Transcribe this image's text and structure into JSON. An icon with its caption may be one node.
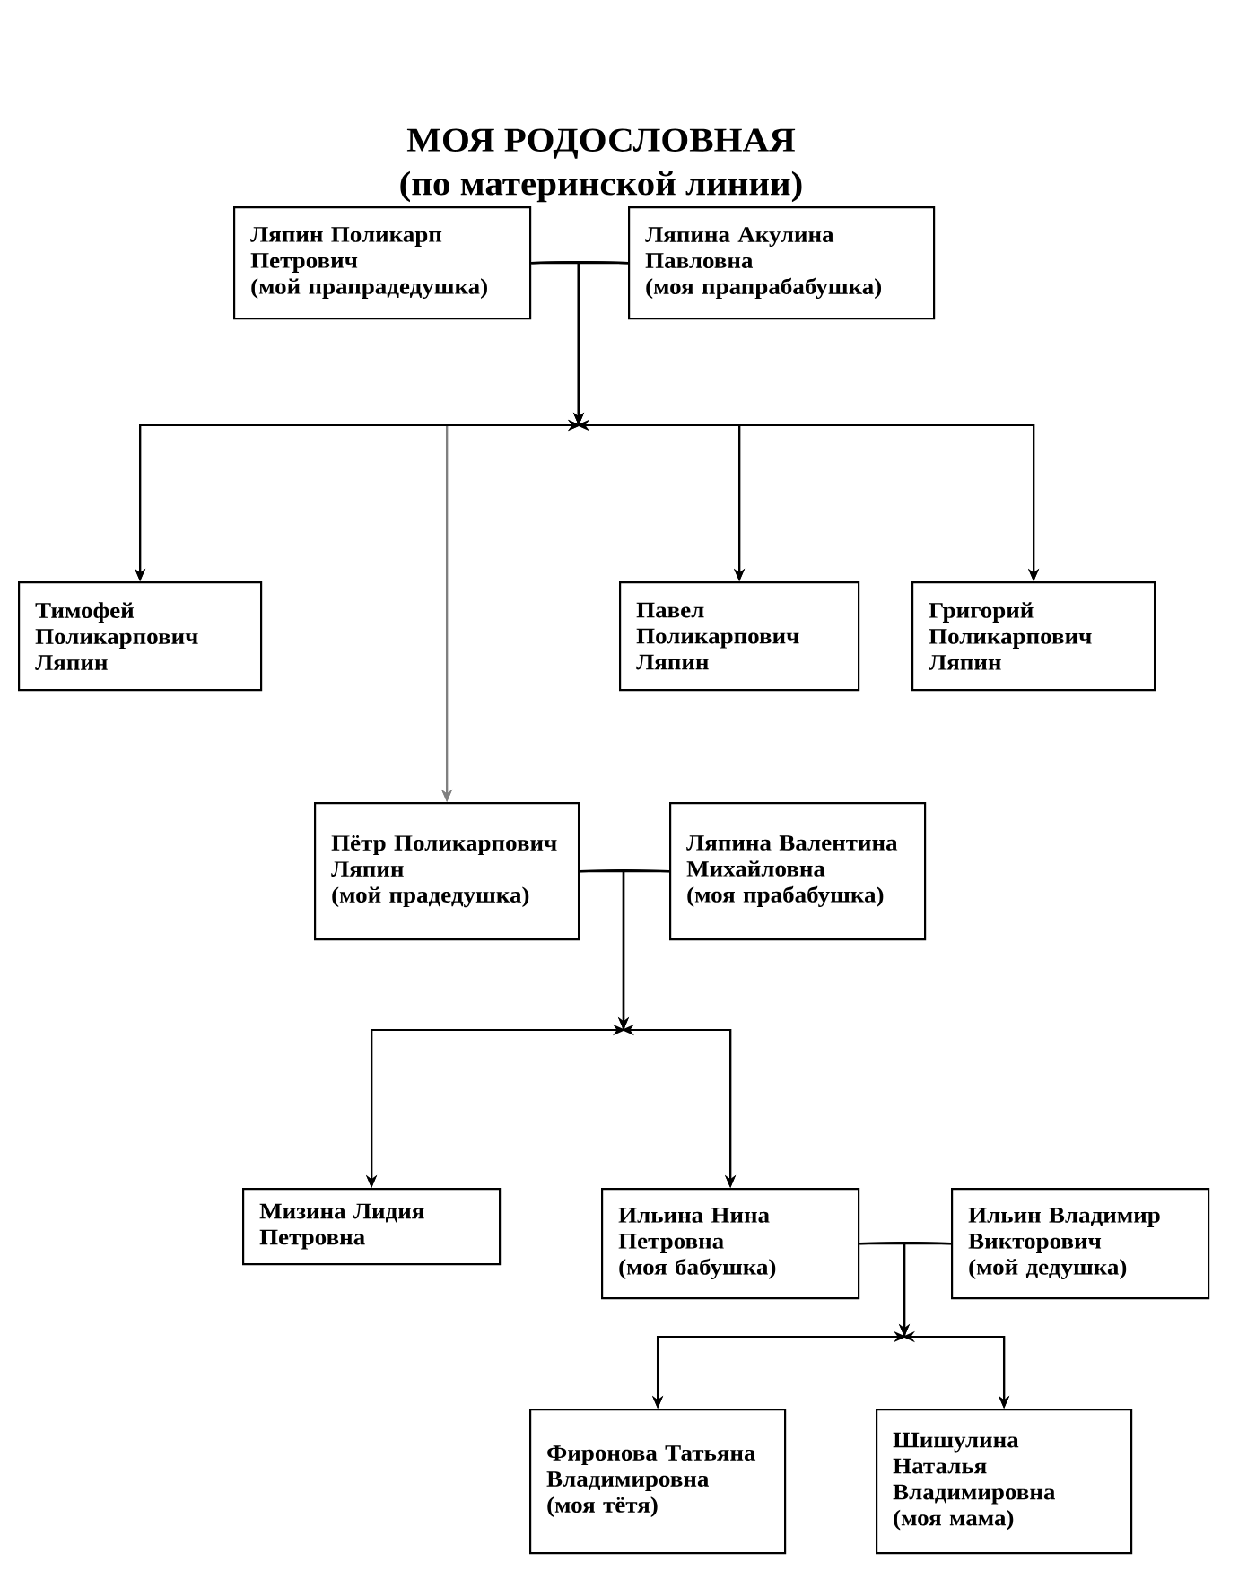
{
  "diagram": {
    "title": "МОЯ РОДОСЛОВНАЯ",
    "nodes": [
      {
        "text": [
          "Ляпин Поликарп Петрович",
          "(мой прапрадедушка)"
        ]
      },
      {
        "text": [
          "Ляпина Акулина Павловна",
          "(моя прапрабабушка)"
        ]
      },
      {
        "text": [
          "Тимофей Поликарпович Ляпин"
        ]
      },
      {
        "text": [
          "Пётр Поликарпович Ляпин",
          "(мой прадедушка)"
        ]
      },
      {
        "text": [
          "Павел Поликарпович Ляпин"
        ]
      },
      {
        "text": [
          "Григорий Поликарпович Ляпин"
        ]
      },
      {
        "text": [
          "Ляпина Валентина Михайловна",
          "(моя прабабушка)"
        ]
      },
      {
        "text": [
          "Мизина Лидия Петровна"
        ]
      },
      {
        "text": [
          "Ильина Нина Петровна",
          "(моя бабушка)"
        ]
      },
      {
        "text": [
          "Ильин Владимир Викторович",
          "(мой дедушка)"
        ]
      },
      {
        "text": [
          "Фиронова Татьяна Владимировна",
          "(моя тётя)"
        ]
      },
      {
        "text": [
          "Шишулина Наталья Владимировна",
          "(моя мама)"
        ]
      }
    ],
    "edges": [
      {
        "from": 0,
        "to": 1,
        "arrow": "none"
      },
      {
        "from": 0,
        "to": 2,
        "arrow": "to"
      },
      {
        "from": 0,
        "to": 3,
        "arrow": "to",
        "color": "#808080"
      },
      {
        "from": 0,
        "to": 4,
        "arrow": "to"
      },
      {
        "from": 0,
        "to": 5,
        "arrow": "to"
      },
      {
        "from": 1,
        "to": 2,
        "arrow": "to"
      },
      {
        "from": 1,
        "to": 3,
        "arrow": "to",
        "color": "#808080"
      },
      {
        "from": 1,
        "to": 4,
        "arrow": "to"
      },
      {
        "from": 1,
        "to": 5,
        "arrow": "to"
      },
      {
        "from": 3,
        "to": 6,
        "arrow": "none"
      },
      {
        "from": 3,
        "to": 7,
        "arrow": "to"
      },
      {
        "from": 3,
        "to": 8,
        "arrow": "to"
      },
      {
        "from": 6,
        "to": 7,
        "arrow": "to"
      },
      {
        "from": 6,
        "to": 8,
        "arrow": "to"
      },
      {
        "from": 8,
        "to": 9,
        "arrow": "none"
      },
      {
        "from": 8,
        "to": 10,
        "arrow": "to"
      },
      {
        "from": 8,
        "to": 11,
        "arrow": "to"
      },
      {
        "from": 9,
        "to": 10,
        "arrow": "to"
      },
      {
        "from": 9,
        "to": 11,
        "arrow": "to"
      }
    ],
    "labels": [
      "(по материнской линии)"
    ]
  }
}
